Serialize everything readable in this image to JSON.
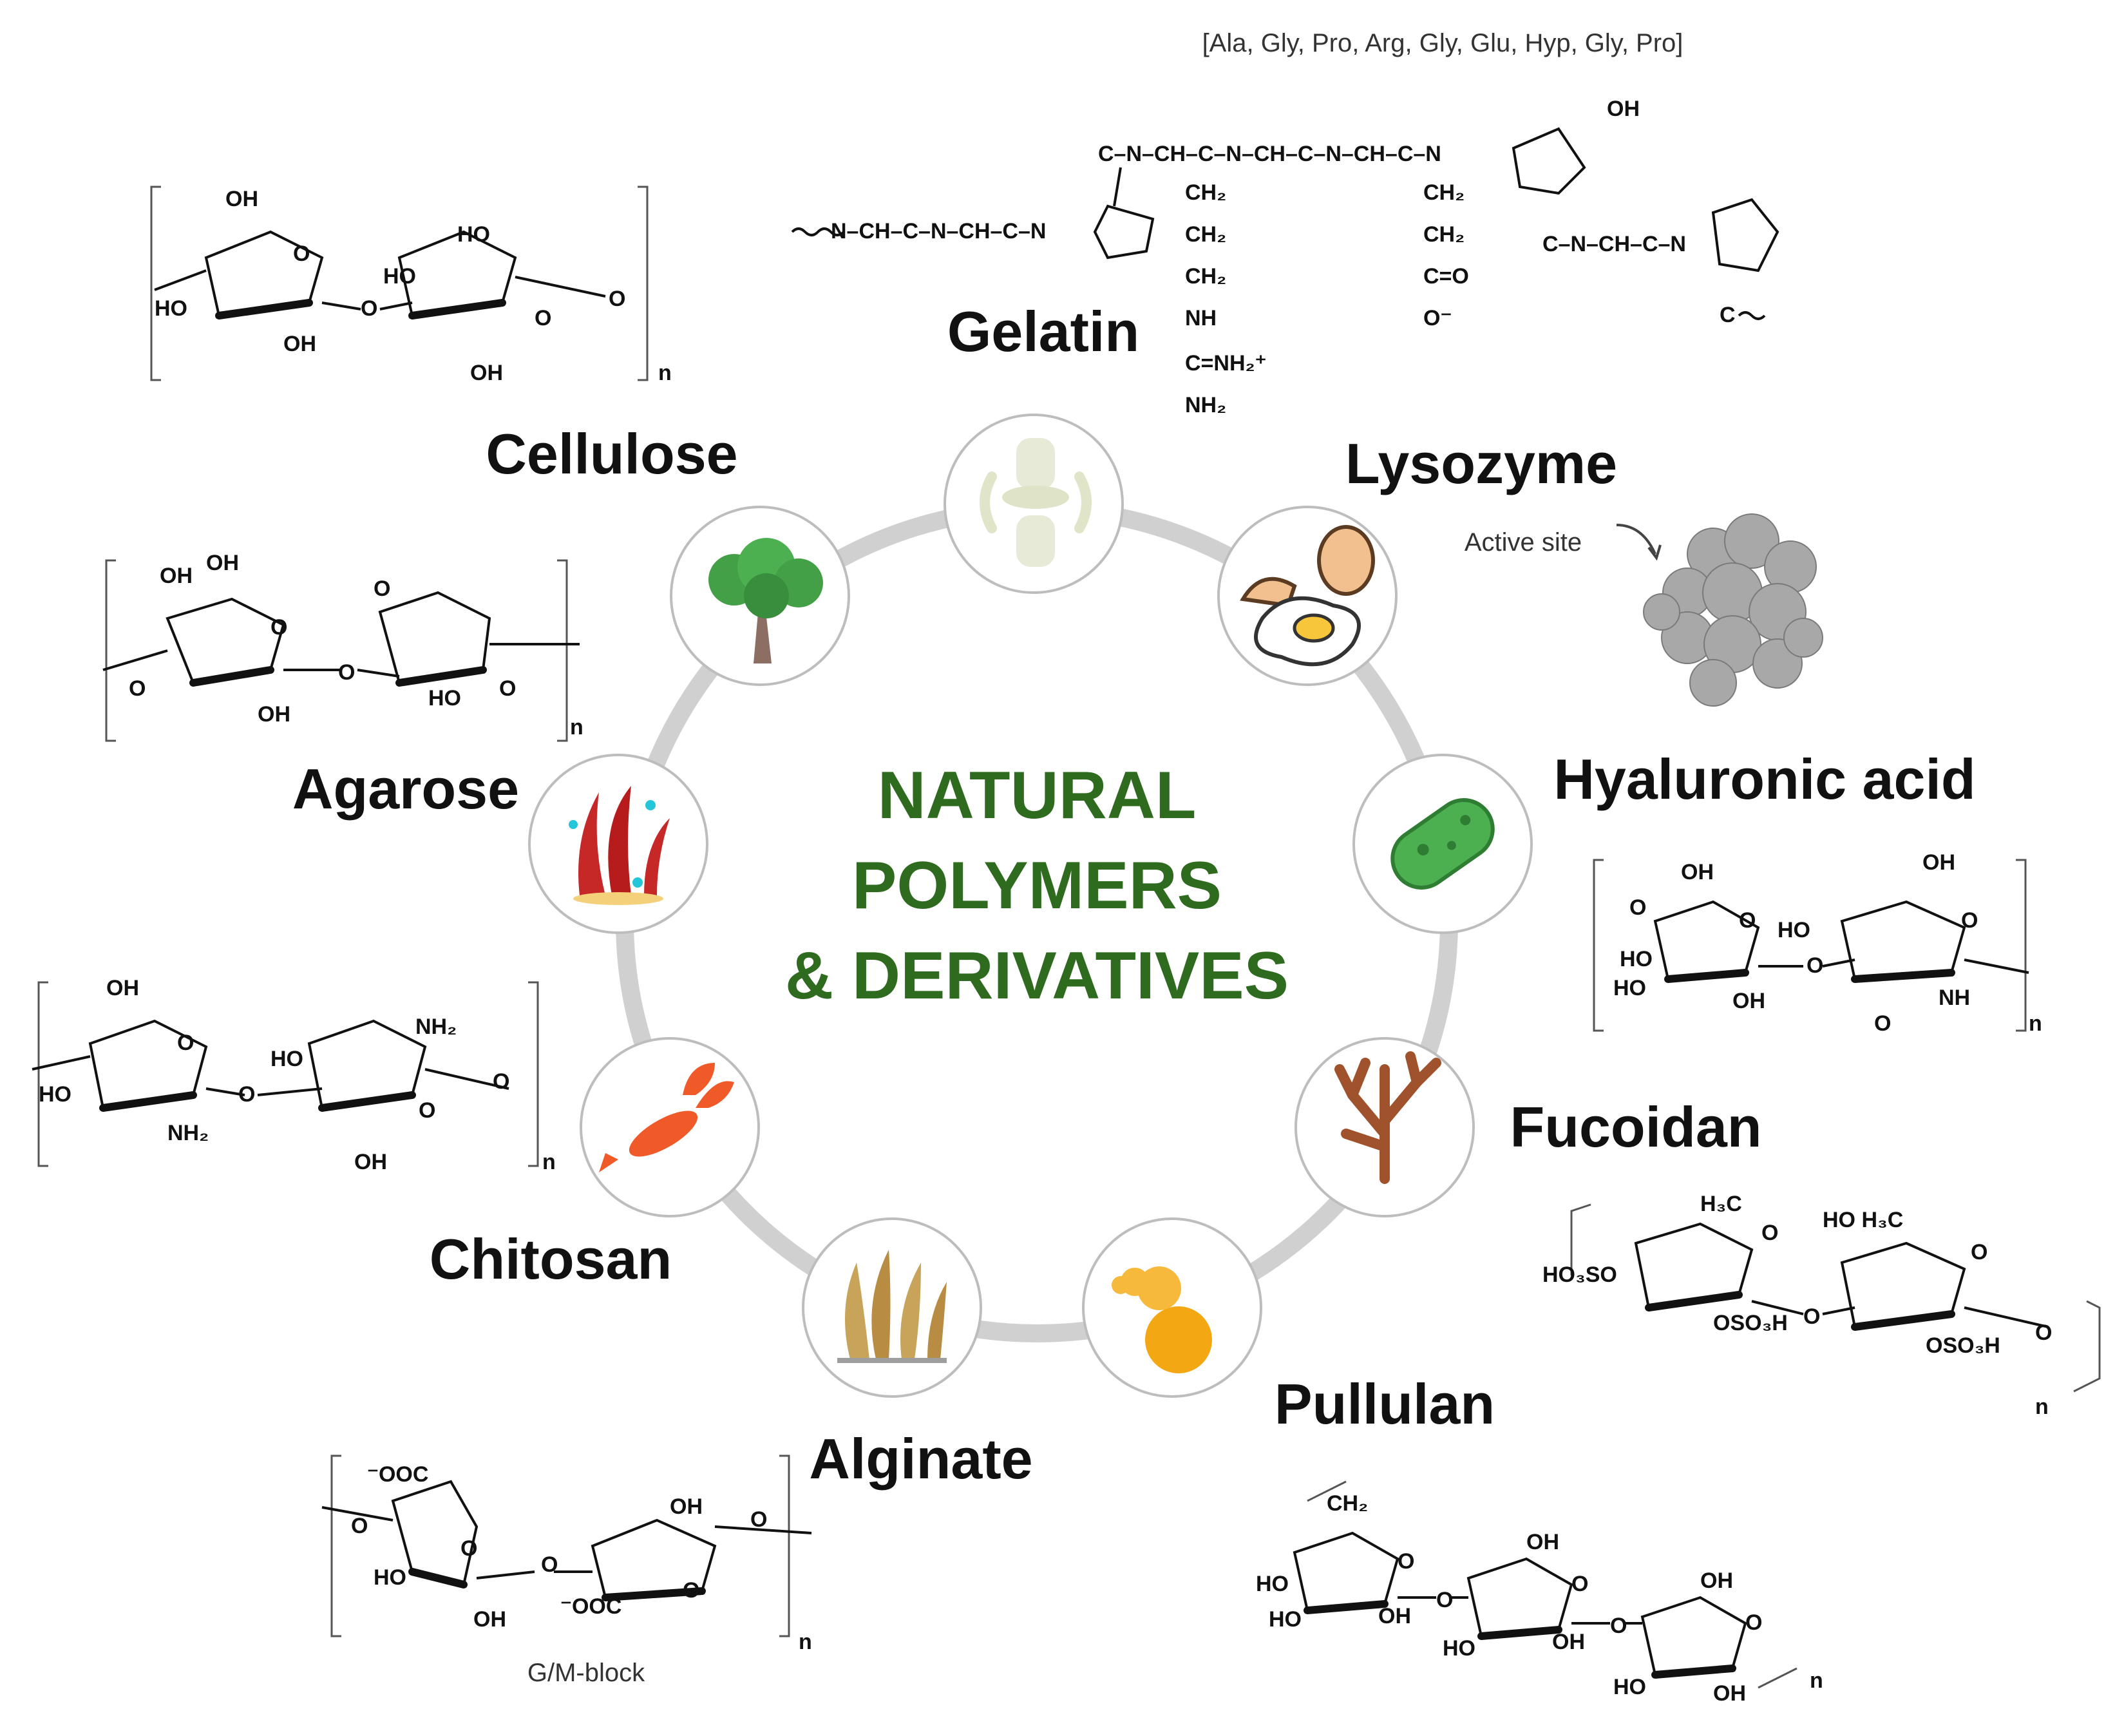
{
  "center_title": [
    "NATURAL",
    "POLYMERS",
    "& DERIVATIVES"
  ],
  "polymers": {
    "gelatin": "Gelatin",
    "lysozyme": "Lysozyme",
    "hyaluronic_acid": "Hyaluronic acid",
    "fucoidan": "Fucoidan",
    "pullulan": "Pullulan",
    "alginate": "Alginate",
    "chitosan": "Chitosan",
    "agarose": "Agarose",
    "cellulose": "Cellulose"
  },
  "annotations": {
    "gelatin_sequence": "[Ala, Gly, Pro, Arg, Gly, Glu, Hyp, Gly, Pro]",
    "active_site": "Active site",
    "alginate_block": "G/M-block"
  },
  "icons": {
    "gelatin": "joint-bone-icon",
    "lysozyme": "egg-icon",
    "hyaluronic_acid": "bacterium-icon",
    "fucoidan": "brown-seaweed-icon",
    "pullulan": "yeast-icon",
    "alginate": "kelp-icon",
    "chitosan": "lobster-icon",
    "agarose": "red-algae-icon",
    "cellulose": "tree-icon"
  },
  "colors": {
    "title": "#2e6b1f",
    "ring": "#d0d0d0"
  }
}
